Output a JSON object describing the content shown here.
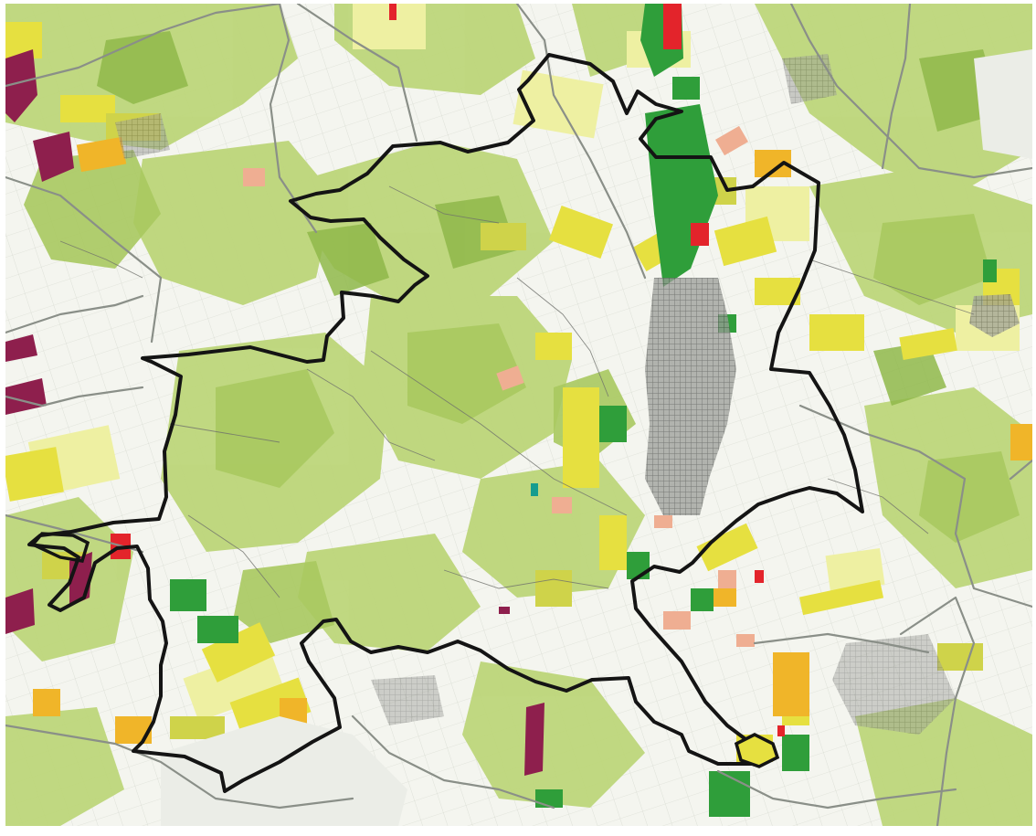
{
  "map": {
    "kind": "thematic land-use map with municipal boundary",
    "has_legend": false,
    "has_text_labels": false
  },
  "colors": {
    "base_white": "#f4f5ef",
    "forest_light": "#bdd67a",
    "forest_mid": "#a9c95f",
    "forest_dark": "#8fb84a",
    "yellow_pale": "#eef0a2",
    "yellow": "#e6e040",
    "olive_yellow": "#cfd34a",
    "orange": "#f0b529",
    "strong_green": "#2f9e3a",
    "red": "#e3242b",
    "magenta": "#8e1f4d",
    "salmon": "#efae92",
    "road_gray": "#8a8f88",
    "settlement_gray": "#6f716c",
    "boundary_black": "#141414",
    "teal": "#169c8f"
  },
  "icons": {
    "boundary": "municipal-boundary-line",
    "town": "town-settlement-grid"
  }
}
